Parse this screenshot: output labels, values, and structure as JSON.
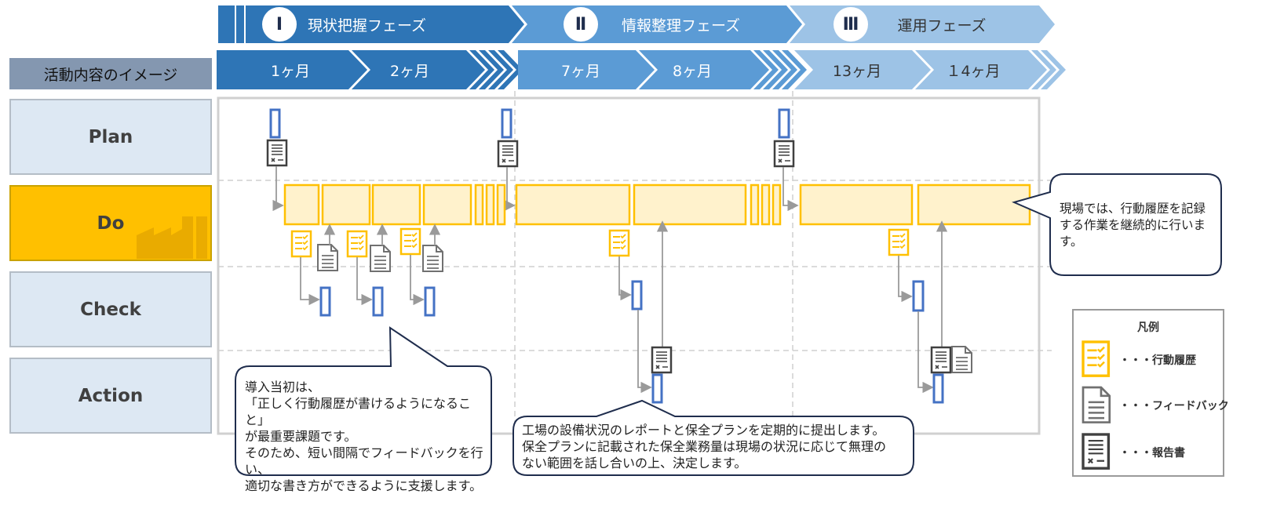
{
  "phases": [
    {
      "numeral": "Ⅰ",
      "name": "現状把握フェーズ",
      "color": "#2e75b6"
    },
    {
      "numeral": "Ⅱ",
      "name": "情報整理フェーズ",
      "color": "#5b9bd5"
    },
    {
      "numeral": "Ⅲ",
      "name": "運用フェーズ",
      "color": "#9dc3e6"
    }
  ],
  "activity_header": "活動内容のイメージ",
  "months": [
    "1ヶ月",
    "2ヶ月",
    "7ヶ月",
    "8ヶ月",
    "13ヶ月",
    "１4ヶ月"
  ],
  "rows": [
    "Plan",
    "Do",
    "Check",
    "Action"
  ],
  "callouts": {
    "right": "現場では、行動履歴を記録する作業を継続的に行います。",
    "bottom_left": [
      "導入当初は、",
      "「正しく行動履歴が書けるようになること」",
      "が最重要課題です。",
      "そのため、短い間隔でフィードバックを行い、",
      "適切な書き方ができるように支援します。"
    ],
    "bottom_middle": [
      "工場の設備状況のレポートと保全プランを定期的に提出します。",
      "保全プランに記載された保全業務量は現場の状況に応じて無理の",
      "ない範囲を話し合いの上、決定します。"
    ]
  },
  "legend": {
    "title": "凡例",
    "items": [
      {
        "icon": "action-log-icon",
        "label": "・・・行動履歴"
      },
      {
        "icon": "feedback-icon",
        "label": "・・・フィードバック"
      },
      {
        "icon": "report-icon",
        "label": "・・・報告書"
      }
    ]
  },
  "colors": {
    "do_fill": "#fff2cc",
    "do_stroke": "#ffc000",
    "bar": "#4472c4",
    "row_label_bg": "#dde8f3",
    "do_label_bg": "#ffc000",
    "header_gray": "#8497b0"
  }
}
